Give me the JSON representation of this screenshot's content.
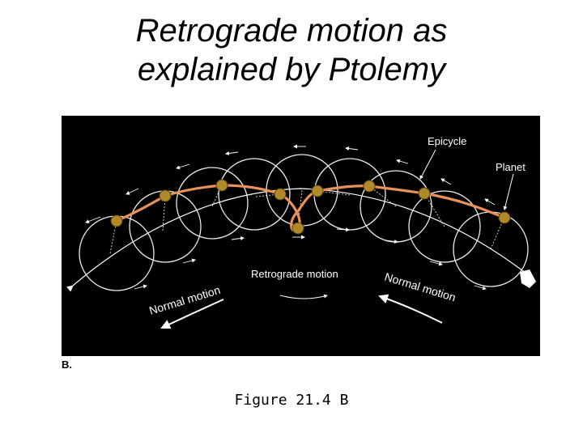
{
  "title": {
    "line1": "Retrograde motion as",
    "line2": "explained by Ptolemy"
  },
  "figure": {
    "label_epicycle": "Epicycle",
    "label_planet": "Planet",
    "label_retrograde": "Retrograde motion",
    "label_normal_left": "Normal motion",
    "label_normal_right": "Normal motion",
    "panel_letter": "B.",
    "colors": {
      "background": "#000000",
      "path": "#e8915a",
      "planet": "#b08a2a",
      "circles": "#e8e8e8"
    }
  },
  "caption": "Figure 21.4 B"
}
